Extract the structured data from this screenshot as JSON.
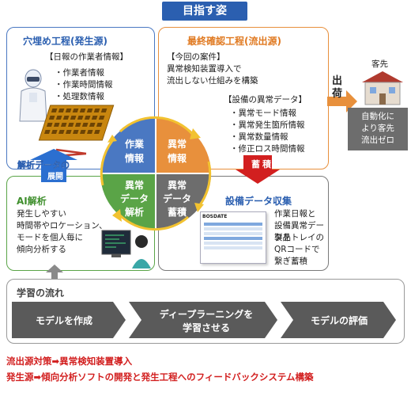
{
  "title": "目指す姿",
  "source": {
    "heading": "穴埋め工程(発生源)",
    "subheading": "【日報の作業者情報】",
    "items": [
      "・作業者情報",
      "・作業時間情報",
      "・処理数情報"
    ]
  },
  "outflow": {
    "heading": "最終確認工程(流出源)",
    "case_label": "【今回の案件】",
    "case_line1": "異常検知装置導入で",
    "case_line2": "流出しない仕組みを構築",
    "sub": "【設備の異常データ】",
    "items": [
      "・異常モード情報",
      "・異常発生箇所情報",
      "・異常数量情報",
      "・修正ロス時間情報"
    ]
  },
  "customer": {
    "arrow_label_1": "出",
    "arrow_label_2": "荷",
    "label": "客先",
    "badge": [
      "自動化に",
      "より客先",
      "流出ゼロ"
    ]
  },
  "accumulate": {
    "label1": "蓄",
    "label2": "積"
  },
  "feedback": {
    "label1": "解析データの",
    "label2": "展開"
  },
  "ai": {
    "heading": "AI解析",
    "lines": [
      "発生しやすい",
      "時間帯やロケーション、",
      "モードを個人毎に",
      "傾向分析する"
    ]
  },
  "collection": {
    "heading": "設備データ収集",
    "lines": [
      "作業日報と",
      "設備異常データを",
      "製品トレイの",
      "QRコードで繋ぎ蓄積"
    ],
    "doc_header": "BOSDATE"
  },
  "circle": {
    "tl": [
      "作業",
      "情報"
    ],
    "tr": [
      "異常",
      "情報"
    ],
    "bl": [
      "異常",
      "データ",
      "解析"
    ],
    "br": [
      "異常",
      "データ",
      "蓄積"
    ]
  },
  "learning": {
    "heading": "学習の流れ",
    "steps": [
      "モデルを作成",
      "ディープラーニングを",
      "学習させる",
      "モデルの評価"
    ]
  },
  "footer": {
    "line1": "流出源対策➡異常検知装置導入",
    "line2": "発生源➡傾向分析ソフトの開発と発生工程へのフィードバックシステム構築"
  },
  "colors": {
    "blue": "#4a78c2",
    "orange": "#e8903c",
    "green": "#5aa447",
    "gray": "#6d6d6d",
    "red": "#d21f1f",
    "navy": "#2b5fb0"
  }
}
